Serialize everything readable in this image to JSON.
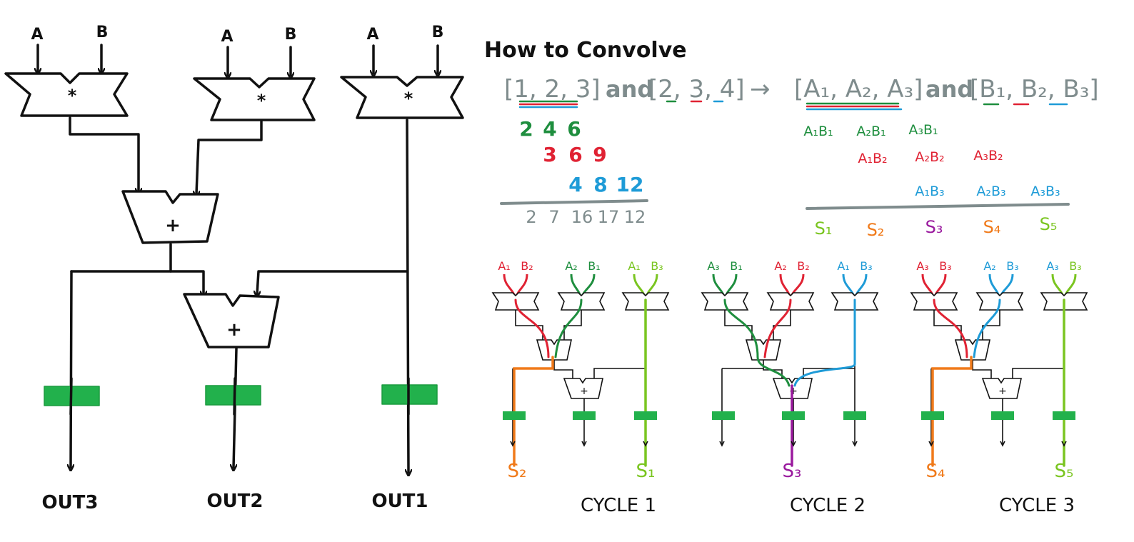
{
  "colors": {
    "ink": "#111111",
    "gray": "#7f8c8d",
    "green": "#1e8e3e",
    "red": "#e02233",
    "blue": "#1e9bd7",
    "orange": "#f07a1a",
    "purple": "#9a1a9e",
    "lime": "#7ac520",
    "register": "#22b14c"
  },
  "left_circuit": {
    "input_a": "A",
    "input_b": "B",
    "mult_symbol": "*",
    "add_symbol": "+",
    "outputs": [
      "OUT3",
      "OUT2",
      "OUT1"
    ]
  },
  "convolve": {
    "title": "How to Convolve",
    "eq_seq1": "[1, 2, 3]",
    "eq_and1": "and",
    "eq_seq2": "[2, 3, 4]",
    "eq_arrow": "→",
    "eq_seq3": "[A₁, A₂, A₃]",
    "eq_and2": "and",
    "eq_seq4": "[B₁, B₂, B₃]",
    "num_rows": [
      [
        "2",
        "4",
        "6"
      ],
      [
        "3",
        "6",
        "9"
      ],
      [
        "4",
        "8",
        "12"
      ]
    ],
    "num_result": [
      "2",
      "7",
      "16",
      "17",
      "12"
    ],
    "sym_rows": [
      [
        "A₁B₁",
        "A₂B₁",
        "A₃B₁"
      ],
      [
        "A₁B₂",
        "A₂B₂",
        "A₃B₂"
      ],
      [
        "A₁B₃",
        "A₂B₃",
        "A₃B₃"
      ]
    ],
    "sym_result": [
      "S₁",
      "S₂",
      "S₃",
      "S₄",
      "S₅"
    ]
  },
  "cycles": [
    {
      "label": "CYCLE 1",
      "inputs": [
        "A₁",
        "B₂",
        "A₂",
        "B₁",
        "A₁",
        "B₃"
      ],
      "outputs": [
        "S₂",
        "S₁"
      ]
    },
    {
      "label": "CYCLE 2",
      "inputs": [
        "A₃",
        "B₁",
        "A₂",
        "B₂",
        "A₁",
        "B₃"
      ],
      "outputs": [
        "S₃"
      ]
    },
    {
      "label": "CYCLE 3",
      "inputs": [
        "A₃",
        "B₃",
        "A₂",
        "B₃",
        "A₃",
        "B₃"
      ],
      "outputs": [
        "S₄",
        "S₅"
      ]
    }
  ]
}
